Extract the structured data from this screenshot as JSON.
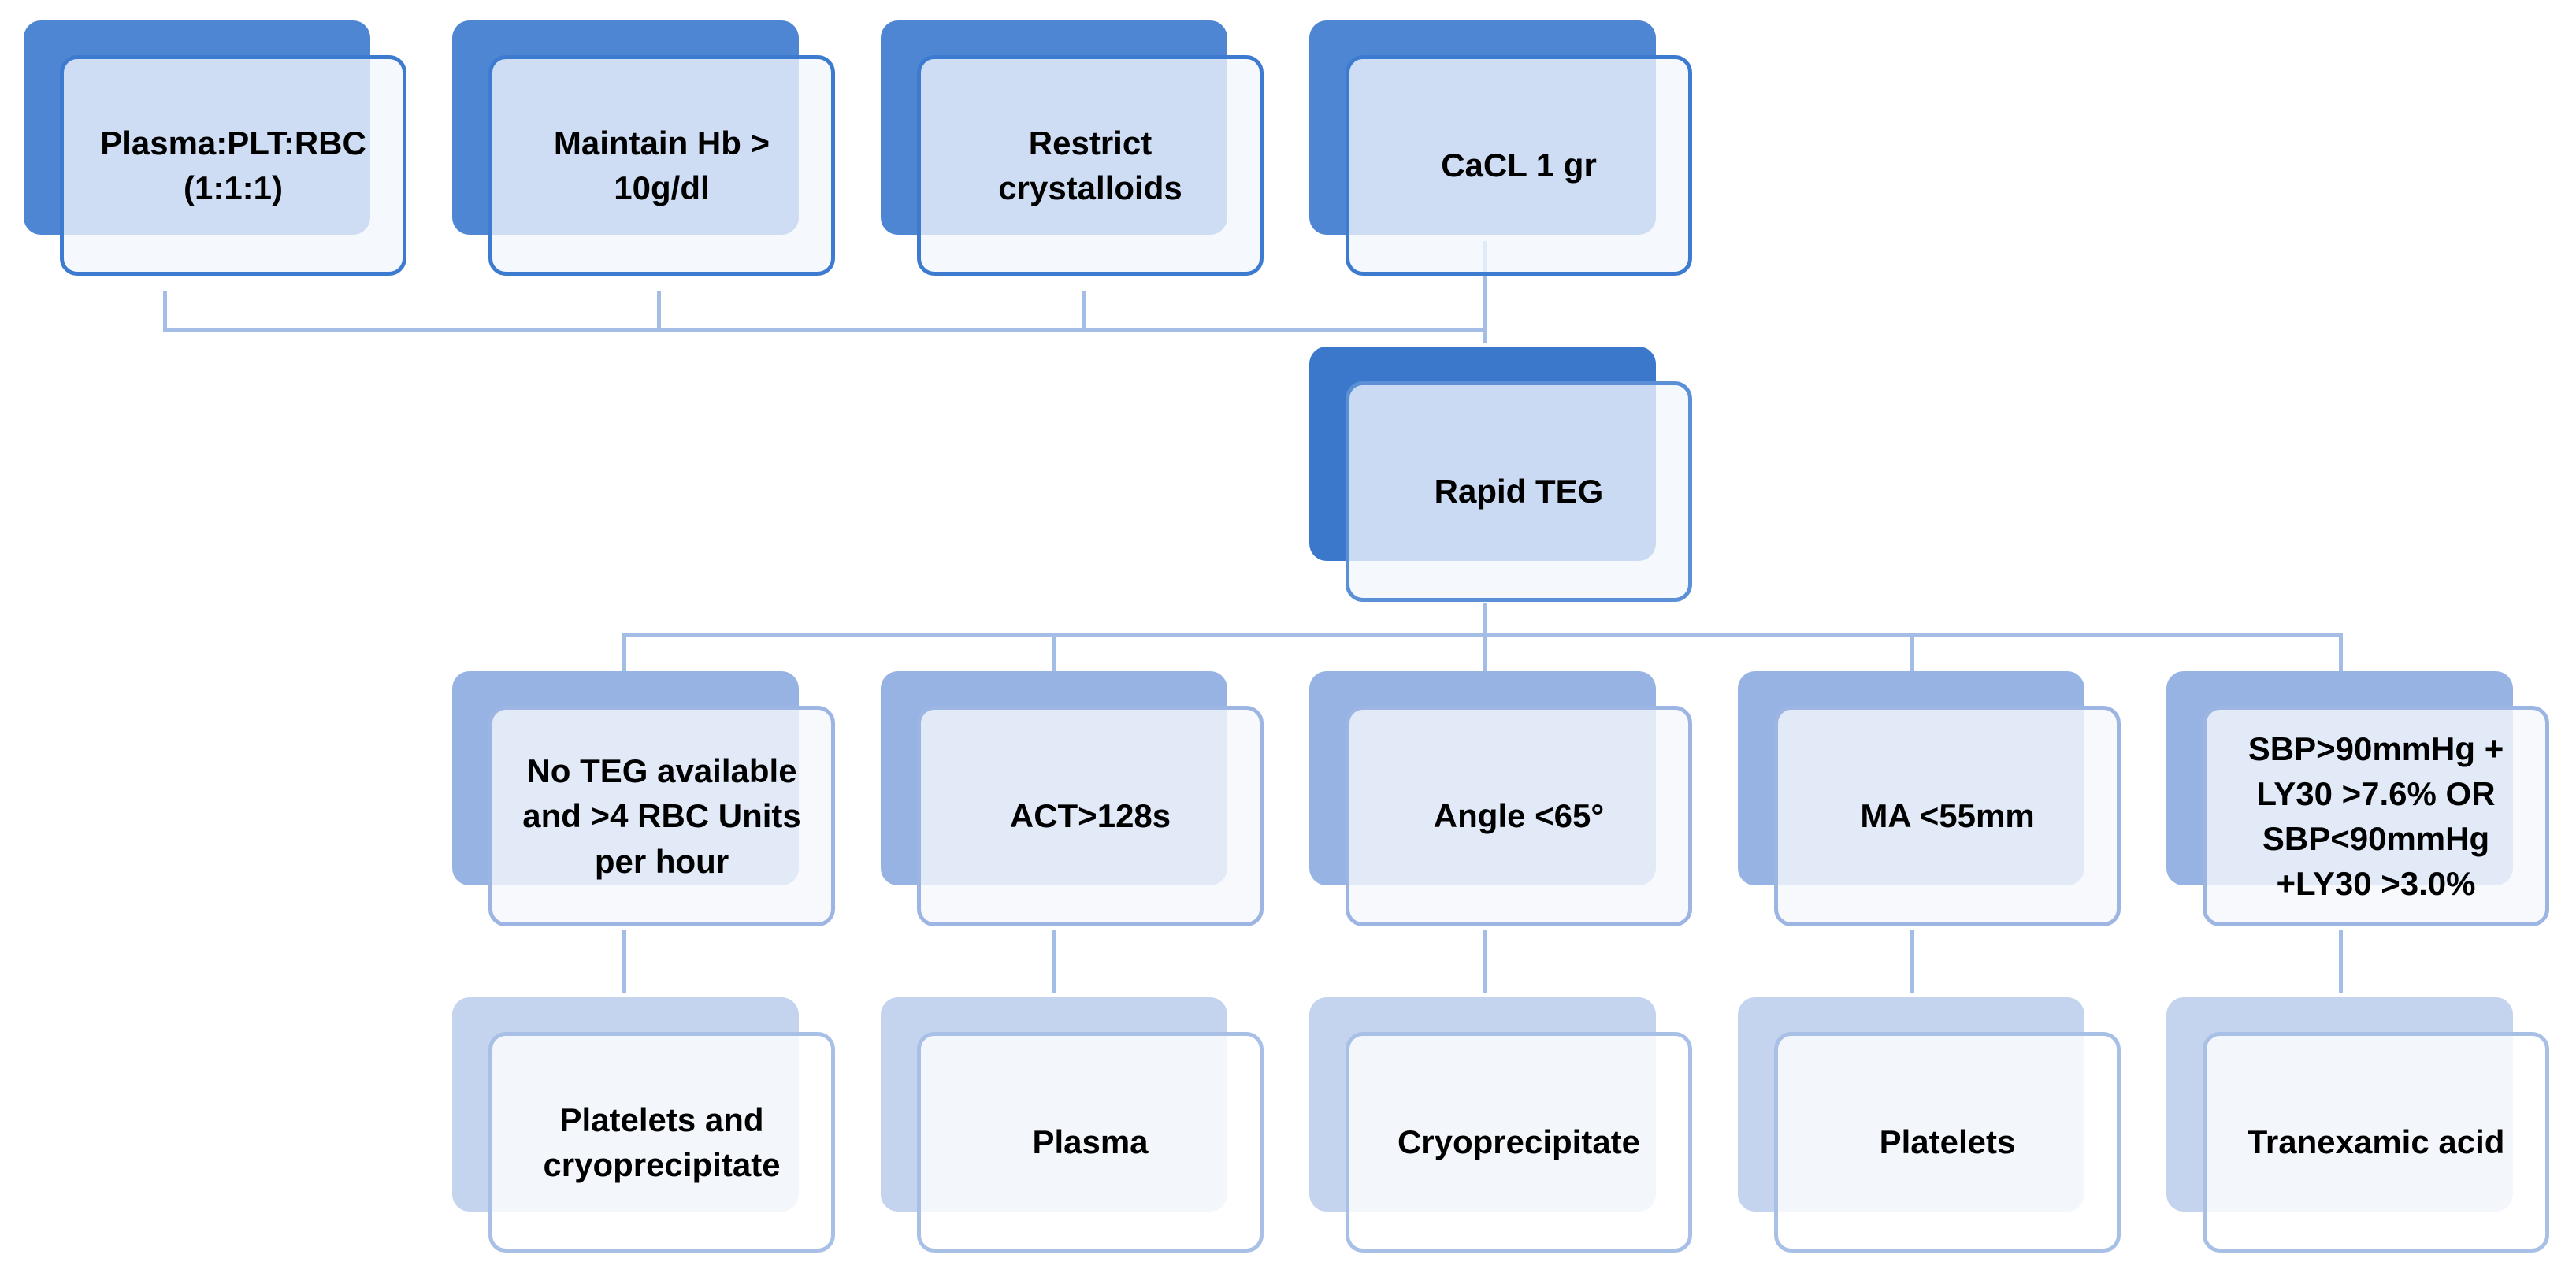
{
  "diagram": {
    "top_row": [
      {
        "id": "n1",
        "label": "Plasma:PLT:RBC\n(1:1:1)"
      },
      {
        "id": "n2",
        "label": "Maintain Hb >\n10g/dl"
      },
      {
        "id": "n3",
        "label": "Restrict\ncrystalloids"
      },
      {
        "id": "n4",
        "label": "CaCL 1 gr"
      }
    ],
    "center": {
      "id": "n5",
      "label": "Rapid TEG"
    },
    "criteria": [
      {
        "id": "c1",
        "label": "No TEG available\nand >4 RBC Units\nper hour"
      },
      {
        "id": "c2",
        "label": "ACT>128s"
      },
      {
        "id": "c3",
        "label": "Angle <65°"
      },
      {
        "id": "c4",
        "label": "MA <55mm"
      },
      {
        "id": "c5",
        "label": "SBP>90mmHg +\nLY30 >7.6% OR\nSBP<90mmHg\n+LY30 >3.0%"
      }
    ],
    "treatments": [
      {
        "id": "t1",
        "label": "Platelets and\ncryoprecipitate"
      },
      {
        "id": "t2",
        "label": "Plasma"
      },
      {
        "id": "t3",
        "label": "Cryoprecipitate"
      },
      {
        "id": "t4",
        "label": "Platelets"
      },
      {
        "id": "t5",
        "label": "Tranexamic acid"
      }
    ],
    "colors": {
      "tier1_back": "#4f86d3",
      "tier2_back": "#3b78cc",
      "tier3_back": "#97b3e3",
      "tier4_back": "#c4d4ef",
      "connector": "#a4bde6",
      "border_dark": "#3c7bd0",
      "border_light": "#9db5e3"
    }
  }
}
